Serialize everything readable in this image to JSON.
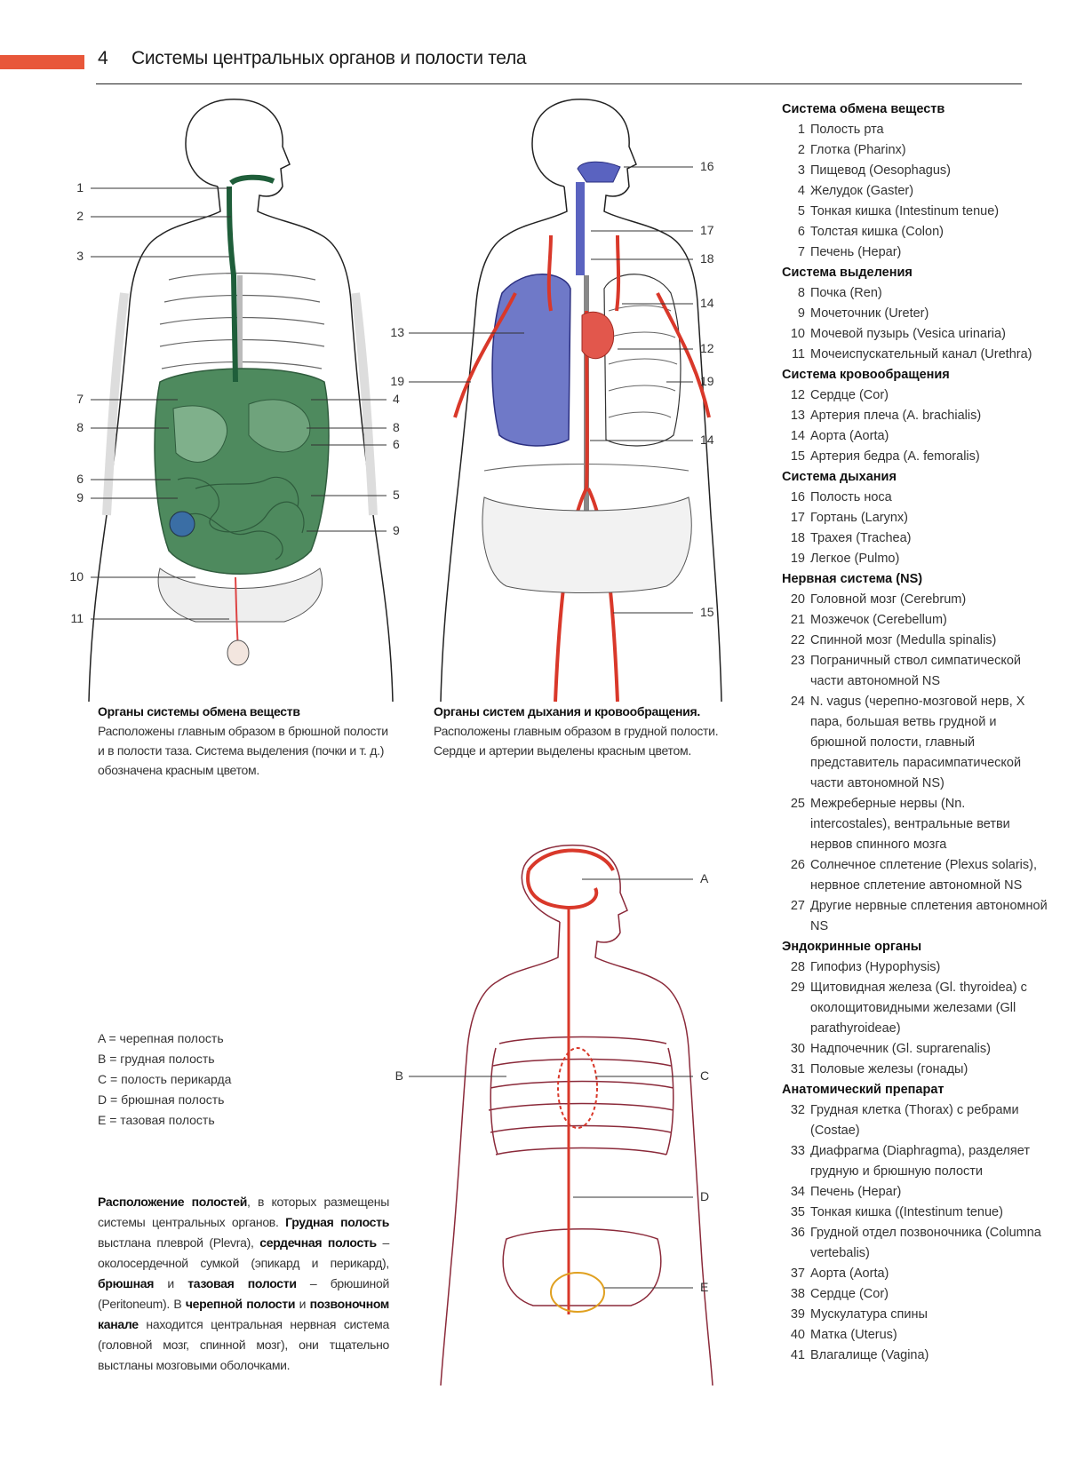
{
  "header": {
    "page_number": "4",
    "title": "Системы центральных органов и полости тела"
  },
  "figure1": {
    "labels_left": [
      "1",
      "2",
      "3",
      "7",
      "8",
      "6",
      "9",
      "10",
      "11"
    ],
    "labels_right": [
      "4",
      "8",
      "6",
      "5",
      "9"
    ],
    "caption_title": "Органы системы обмена веществ",
    "caption_text": "Расположены главным образом в брюшной полости и в полости таза. Система выделения (почки и т. д.) обозначена красным цветом."
  },
  "figure2": {
    "labels_left": [
      "13",
      "19"
    ],
    "labels_right": [
      "16",
      "17",
      "18",
      "14",
      "12",
      "19",
      "14",
      "15"
    ],
    "caption_title": "Органы систем дыхания и кровообращения.",
    "caption_text": "Расположены главным образом в грудной полости. Сердце и артерии выделены красным цветом."
  },
  "figure3": {
    "labels": [
      "A",
      "B",
      "C",
      "D",
      "E"
    ]
  },
  "legend": [
    "A = черепная полость",
    "B = грудная полость",
    "C = полость перикарда",
    "D = брюшная полость",
    "E = тазовая полость"
  ],
  "cavities_text": {
    "t1": "Расположение полостей",
    "t2": ", в которых размещены системы центральных органов. ",
    "t3": "Грудная полость",
    "t4": " выстлана плеврой (Plevra), ",
    "t5": "сердечная полость",
    "t6": " – околосердечной сумкой (эпикард и перикард), ",
    "t7": "брюшная",
    "t8": " и ",
    "t9": "тазовая полости",
    "t10": " – брюшиной (Peritoneum). В ",
    "t11": "черепной полости",
    "t12": " и ",
    "t13": "позвоночном канале",
    "t14": " находится центральная нервная система (головной мозг, спинной мозг), они тщательно выстланы мозговыми оболочками."
  },
  "sections": [
    {
      "title": "Система обмена веществ",
      "items": [
        {
          "num": "1",
          "text": "Полость рта"
        },
        {
          "num": "2",
          "text": "Глотка (Pharinx)"
        },
        {
          "num": "3",
          "text": "Пищевод (Oesophagus)"
        },
        {
          "num": "4",
          "text": "Желудок (Gaster)"
        },
        {
          "num": "5",
          "text": "Тонкая кишка (Intestinum tenue)"
        },
        {
          "num": "6",
          "text": "Толстая кишка (Colon)"
        },
        {
          "num": "7",
          "text": "Печень (Hepar)"
        }
      ]
    },
    {
      "title": "Система выделения",
      "items": [
        {
          "num": "8",
          "text": "Почка (Ren)"
        },
        {
          "num": "9",
          "text": "Мочеточник (Ureter)"
        },
        {
          "num": "10",
          "text": "Мочевой пузырь (Vesica urinaria)"
        },
        {
          "num": "11",
          "text": "Мочеиспускательный канал (Urethra)"
        }
      ]
    },
    {
      "title": "Система кровообращения",
      "items": [
        {
          "num": "12",
          "text": "Сердце (Cor)"
        },
        {
          "num": "13",
          "text": "Артерия плеча (A. brachialis)"
        },
        {
          "num": "14",
          "text": "Аорта (Aorta)"
        },
        {
          "num": "15",
          "text": "Артерия бедра (A. femoralis)"
        }
      ]
    },
    {
      "title": "Система дыхания",
      "items": [
        {
          "num": "16",
          "text": "Полость носа"
        },
        {
          "num": "17",
          "text": "Гортань (Larynx)"
        },
        {
          "num": "18",
          "text": "Трахея (Trachea)"
        },
        {
          "num": "19",
          "text": "Легкое (Pulmo)"
        }
      ]
    },
    {
      "title": "Нервная система (NS)",
      "items": [
        {
          "num": "20",
          "text": "Головной мозг (Cerebrum)"
        },
        {
          "num": "21",
          "text": "Мозжечок (Cerebellum)"
        },
        {
          "num": "22",
          "text": "Спинной мозг (Medulla spinalis)"
        },
        {
          "num": "23",
          "text": "Пограничный ствол симпатической части автономной NS"
        },
        {
          "num": "24",
          "text": "N. vagus (черепно-мозговой нерв, X пара, большая ветвь грудной и брюшной полости, главный представитель парасимпатической части автономной NS)"
        },
        {
          "num": "25",
          "text": "Межреберные нервы (Nn. intercostales), вентральные ветви нервов спинного мозга"
        },
        {
          "num": "26",
          "text": "Солнечное сплетение (Plexus solaris), нервное сплетение автономной NS"
        },
        {
          "num": "27",
          "text": "Другие нервные сплетения автономной NS"
        }
      ]
    },
    {
      "title": "Эндокринные органы",
      "items": [
        {
          "num": "28",
          "text": "Гипофиз (Hypophysis)"
        },
        {
          "num": "29",
          "text": "Щитовидная железа (Gl. thyroidea) с околощитовидными железами (Gll parathyroideae)"
        },
        {
          "num": "30",
          "text": "Надпочечник (Gl. suprarenalis)"
        },
        {
          "num": "31",
          "text": "Половые железы (гонады)"
        }
      ]
    },
    {
      "title": "Анатомический препарат",
      "items": [
        {
          "num": "32",
          "text": "Грудная клетка (Thorax) с ребрами (Costae)"
        },
        {
          "num": "33",
          "text": "Диафрагма (Diaphragma), разделяет грудную и брюшную полости"
        },
        {
          "num": "34",
          "text": "Печень (Hepar)"
        },
        {
          "num": "35",
          "text": "Тонкая кишка ((Intestinum tenue)"
        },
        {
          "num": "36",
          "text": "Грудной отдел позвоночника (Columna vertebalis)"
        },
        {
          "num": "37",
          "text": "Аорта (Aorta)"
        },
        {
          "num": "38",
          "text": "Сердце (Cor)"
        },
        {
          "num": "39",
          "text": "Мускулатура спины"
        },
        {
          "num": "40",
          "text": "Матка (Uterus)"
        },
        {
          "num": "41",
          "text": "Влагалище (Vagina)"
        }
      ]
    }
  ]
}
